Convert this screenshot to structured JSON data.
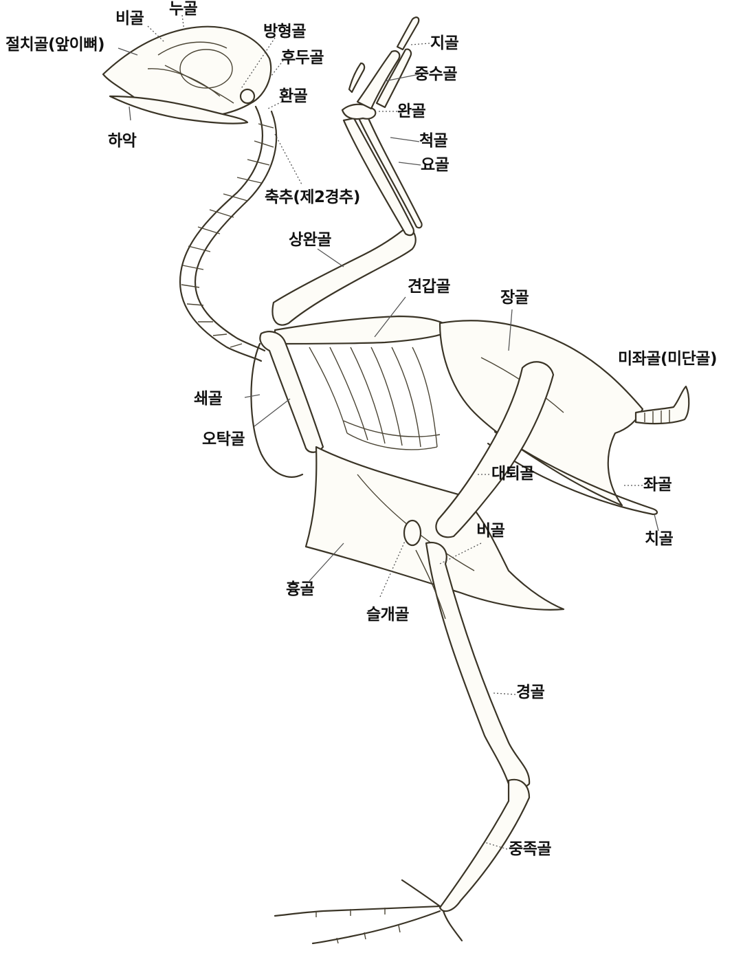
{
  "diagram": {
    "labels": {
      "nasal": "비골",
      "lacrimal": "누골",
      "premaxilla": "절치골(앞이뼈)",
      "quadrate": "방형골",
      "occipital": "후두골",
      "atlas": "환골",
      "mandible": "하악",
      "axis": "축추(제2경추)",
      "phalanx": "지골",
      "metacarpal": "중수골",
      "carpal": "완골",
      "ulna": "척골",
      "radius": "요골",
      "humerus": "상완골",
      "scapula": "견갑골",
      "ilium": "장골",
      "pygostyle": "미좌골(미단골)",
      "clavicle": "쇄골",
      "coracoid": "오탁골",
      "femur": "대퇴골",
      "ischium": "좌골",
      "fibula": "비골",
      "pubis": "치골",
      "sternum": "흉골",
      "patella": "슬개골",
      "tibia": "경골",
      "tarsometatarsus": "중족골"
    }
  }
}
